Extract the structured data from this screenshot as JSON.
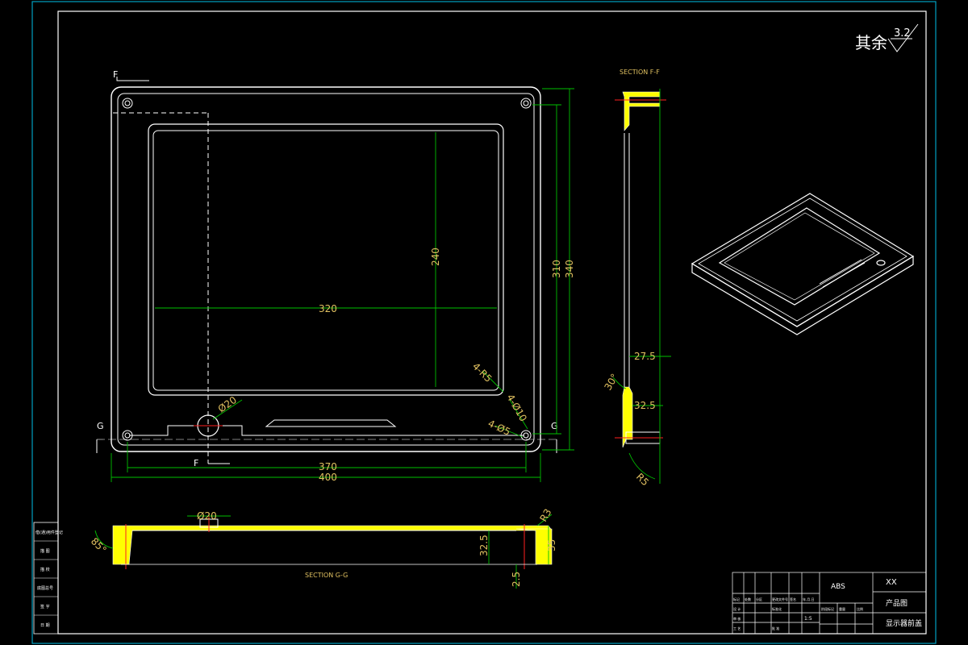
{
  "roughness": {
    "prefix": "其余",
    "value": "3.2"
  },
  "section_ff": {
    "title": "SECTION F-F",
    "dims": [
      "27.5",
      "30°",
      "32.5",
      "R5"
    ]
  },
  "section_gg": {
    "title": "SECTION G-G",
    "dims": [
      "Ø20",
      "R3",
      "85°",
      "32.5",
      "35",
      "2.5"
    ]
  },
  "front_view": {
    "section_marks": [
      "F",
      "F",
      "G",
      "G"
    ],
    "dims": [
      "320",
      "240",
      "310",
      "340",
      "370",
      "400",
      "4-R5",
      "Ø20",
      "4-Ø10",
      "4-Ø5"
    ]
  },
  "side_table_rows": [
    "借(通)用件登记",
    "描 图",
    "描 校",
    "底图总号",
    "签 字",
    "日 期"
  ],
  "title_block": {
    "material": "ABS",
    "company": "XX",
    "drawing_type": "产品图",
    "part_name": "显示器前盖",
    "scale": "1:5",
    "row_labels": [
      "标记",
      "处数",
      "分区",
      "更改文件号",
      "签名",
      "年.月.日"
    ],
    "row_labels2": [
      "设 计",
      "标准化",
      "审 核",
      "工 艺",
      "批 准"
    ],
    "right_labels": [
      "阶段标记",
      "重量",
      "比例"
    ]
  },
  "colors": {
    "line": "#ffffff",
    "dimension": "#00c000",
    "dim_text": "#e0c060",
    "yellow": "#ffff00",
    "red": "#ff2020",
    "border": "#00a0c0"
  }
}
